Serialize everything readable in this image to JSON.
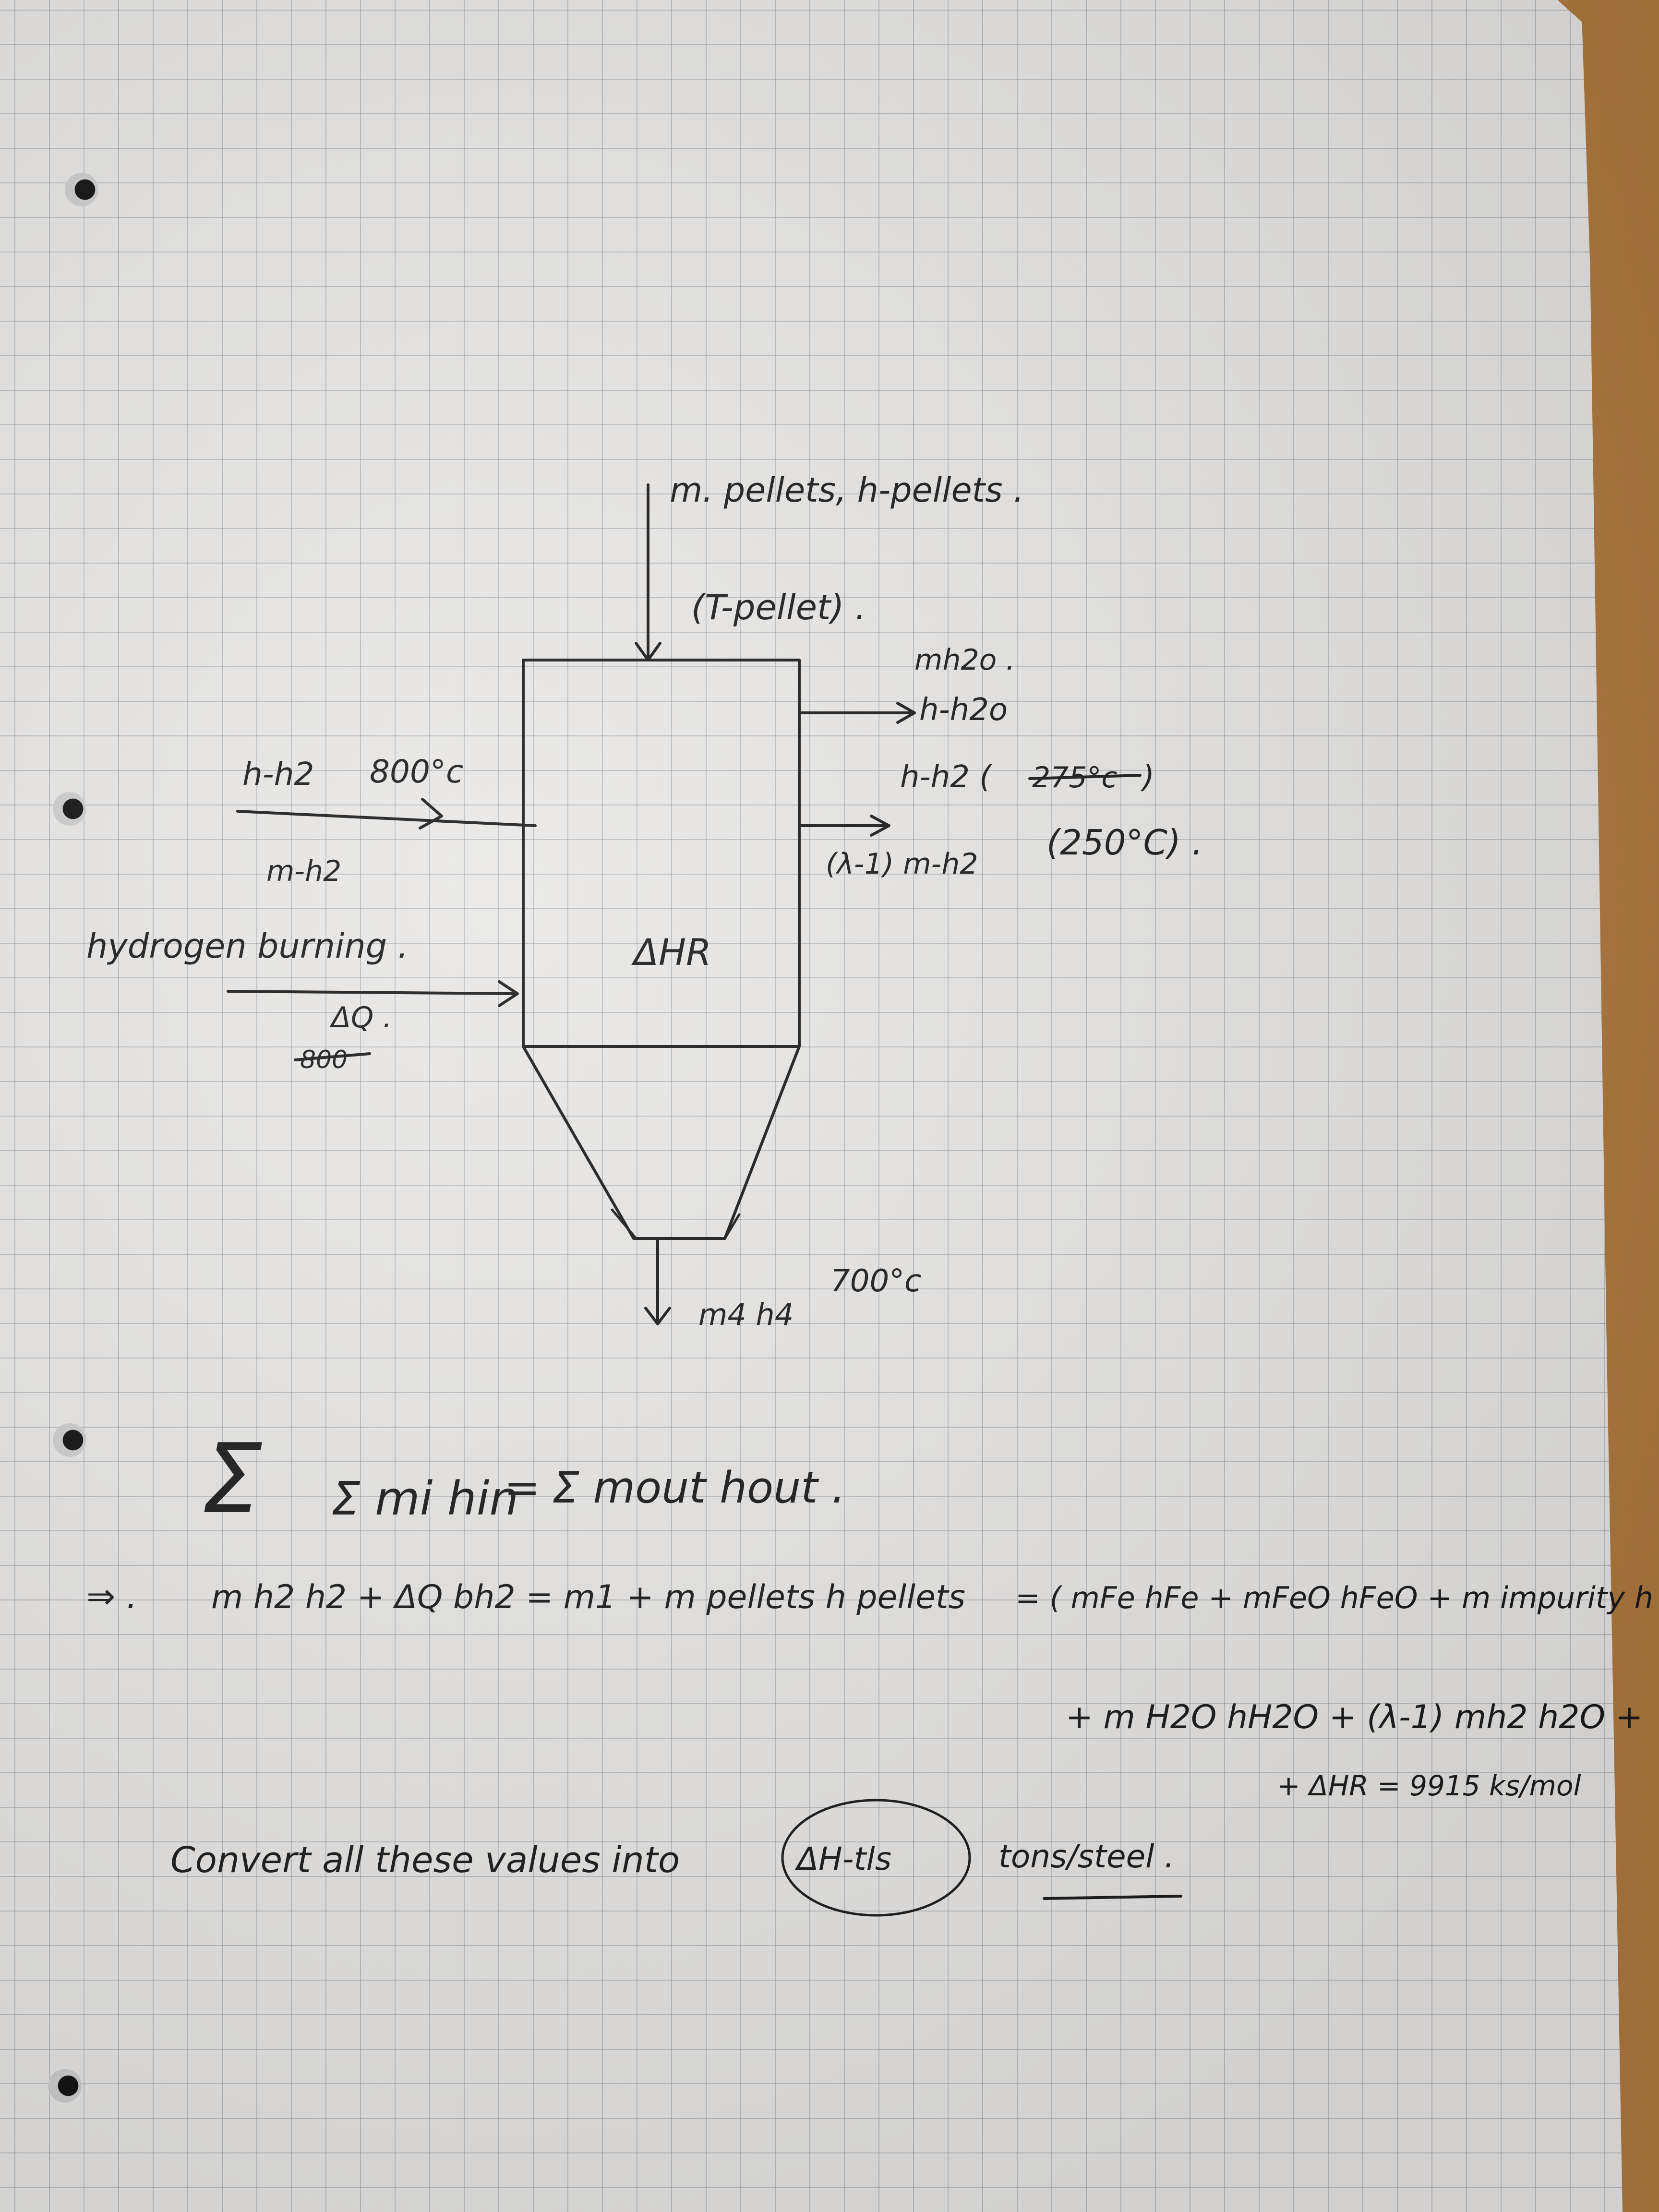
{
  "diagram": {
    "top_inlet": "m. pellets, h-pellets .",
    "top_temp": "(T-pellet) .",
    "right_top_1": "mh2o .",
    "right_top_2": "h-h2o",
    "right_h2": "h-h2 (",
    "right_h2_struck": "275°c",
    "right_h2_close": ")",
    "right_h2_flow": "(λ-1) m-h2",
    "right_h2_temp": "(250°C) .",
    "left_h2_label": "h-h2",
    "left_h2_temp": "800°c",
    "left_h2_mass": "m-h2",
    "left_burn": "hydrogen burning .",
    "left_dq": "ΔQ .",
    "left_struck": "800",
    "reactor_label": "ΔHR",
    "bottom_outlet": "m4 h4",
    "bottom_temp": "700°c"
  },
  "equations": {
    "balance_sum_in": "Σ mi hin",
    "balance_eq": "=",
    "balance_sum_out": "Σ mout hout .",
    "implies": "⇒ .",
    "line1_left": "m h2 h2 + ΔQ bh2 = m1 + m pellets h pellets",
    "line1_right": "= ( mFe hFe + mFeO hFeO + m impurity h impurity )",
    "line2": "+ m H2O hH2O + (λ-1) mh2 h2O +",
    "line3": "+ ΔHR = 9915 ks/mol",
    "closing_1": "Convert all these values into",
    "closing_circled": "ΔH-tls",
    "closing_2": "tons/steel ."
  }
}
